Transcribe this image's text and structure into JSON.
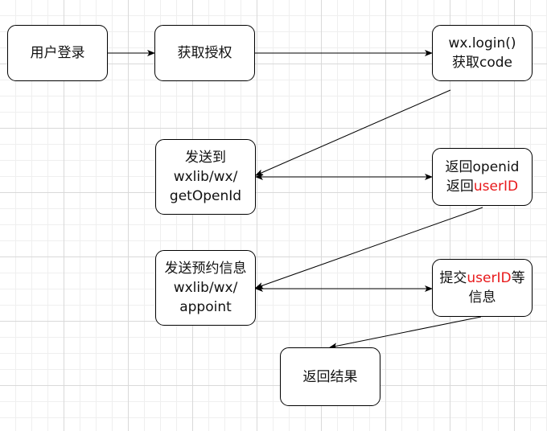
{
  "diagram": {
    "highlight_color": "#e8191b",
    "nodes": {
      "login": "用户登录",
      "auth": "获取授权",
      "wxlogin": {
        "line1": "wx.login()",
        "line2": "获取code"
      },
      "send1": {
        "line1": "发送到",
        "line2": "wxlib/wx/",
        "line3": "getOpenId"
      },
      "ret": {
        "line1": "返回openid",
        "line2_prefix": "返回",
        "line2_highlight": "userID"
      },
      "send2": {
        "line1": "发送预约信息",
        "line2": "wxlib/wx/",
        "line3": "appoint"
      },
      "submit": {
        "line1_prefix": "提交",
        "line1_highlight": "userID",
        "line1_suffix": "等",
        "line2": "信息"
      },
      "result": "返回结果"
    },
    "edges": [
      {
        "from": "login",
        "to": "auth",
        "arrows": "end"
      },
      {
        "from": "auth",
        "to": "wxlogin",
        "arrows": "end"
      },
      {
        "from": "wxlogin",
        "to": "send1",
        "arrows": "end"
      },
      {
        "from": "send1",
        "to": "ret",
        "arrows": "both"
      },
      {
        "from": "ret",
        "to": "send2",
        "arrows": "end"
      },
      {
        "from": "send2",
        "to": "submit",
        "arrows": "both"
      },
      {
        "from": "submit",
        "to": "result",
        "arrows": "end"
      }
    ]
  }
}
